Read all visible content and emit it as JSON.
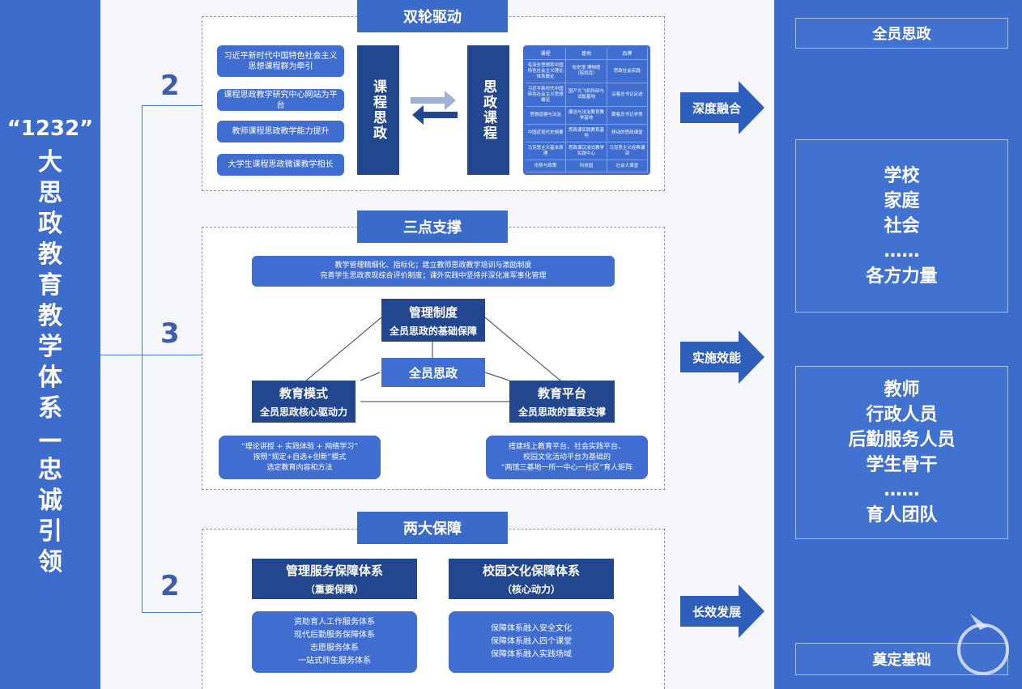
{
  "left": {
    "title_num": "“1232”",
    "title_chars": [
      "大",
      "思",
      "政",
      "教",
      "育",
      "教",
      "学",
      "体",
      "系",
      "—",
      "忠",
      "诚",
      "引",
      "领"
    ]
  },
  "numbers": {
    "n1": "2",
    "n2": "3",
    "n3": "2"
  },
  "sec1": {
    "title": "双轮驱动",
    "items": [
      "习近平新时代中国特色社会主义思想课程群为牵引",
      "课程思政教学研究中心网站为平台",
      "教师课程思政教学能力提升",
      "大学生课程思政微课教学相长"
    ],
    "left_box": "课程思政",
    "right_box": "思政课程",
    "grid": [
      [
        "课程",
        "基地",
        "品牌"
      ],
      [
        "毛泽东思想和中国特色社会主义理论体系概论",
        "校史馆 博物馆（院机库）",
        "思政社会实践"
      ],
      [
        "习近平新时代中国特色社会主义思想概论",
        "国产大飞机科研与试航基地",
        "沿着总书记足迹"
      ],
      [
        "思想道德与法治",
        "廉洁与法治教育教学基地",
        "跟着总书记学思"
      ],
      [
        "中国近现代史纲要",
        "思政课实践教育基地",
        "移动的思政课堂"
      ],
      [
        "马克思主义基本原理",
        "思政课沉浸式教学实践中心",
        "马克思主义经典诵读"
      ],
      [
        "形势与政策",
        "科技园",
        "社会大课堂"
      ]
    ]
  },
  "sec2": {
    "title": "三点支撑",
    "top_text": [
      "教学管理精细化、指标化；建立教师思政教学培训与激励制度",
      "完善学生思政表现综合评价制度；课外实践中坚持并深化准军事化管理"
    ],
    "mgmt": [
      "管理制度",
      "全员思政的基础保障"
    ],
    "center": "全员思政",
    "mode": [
      "教育模式",
      "全员思政核心驱动力"
    ],
    "platform": [
      "教育平台",
      "全员思政的重要支撑"
    ],
    "mode_desc": [
      "“理论讲授 + 实践体验 + 网络学习”",
      "按照“规定+自选+创新”模式",
      "选定教育内容和方法"
    ],
    "platform_desc": [
      "搭建线上教育平台、社会实践平台、",
      "校园文化活动平台为基础的",
      "“两馆三基地一所一中心一社区”育人矩阵"
    ]
  },
  "sec3": {
    "title": "两大保障",
    "left_head": [
      "管理服务保障体系",
      "（重要保障）"
    ],
    "right_head": [
      "校园文化保障体系",
      "（核心动力）"
    ],
    "left_items": [
      "资助育人工作服务体系",
      "现代后勤服务保障体系",
      "志愿服务体系",
      "一站式师生服务体系"
    ],
    "right_items": [
      "保障体系融入安全文化",
      "保障体系融入四个课堂",
      "保障体系融入实践场域"
    ]
  },
  "arrows": [
    "深度融合",
    "实施效能",
    "长效发展"
  ],
  "right": {
    "top": "全员思政",
    "box1": [
      "学校",
      "家庭",
      "社会",
      "……",
      "各方力量"
    ],
    "box2": [
      "教师",
      "行政人员",
      "后勤服务人员",
      "学生骨干",
      "……",
      "育人团队"
    ],
    "bottom": "奠定基础"
  },
  "colors": {
    "primary": "#3d6ccc",
    "dark": "#23478f",
    "accent": "#3f6ed0"
  }
}
